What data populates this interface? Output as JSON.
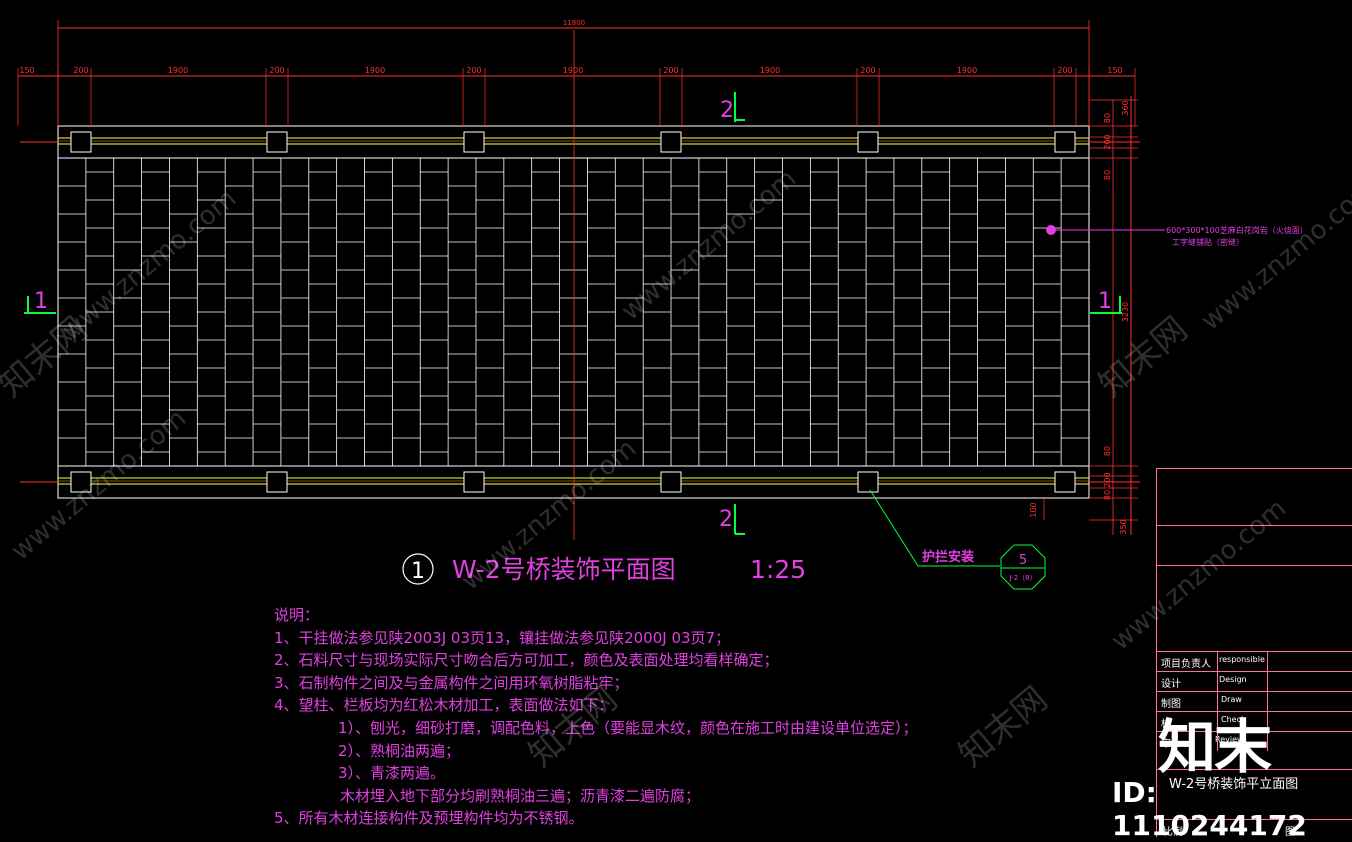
{
  "dimensions": {
    "overall": "11800",
    "top_segments": [
      "150",
      "200",
      "1900",
      "200",
      "1900",
      "200",
      "1900",
      "200",
      "1900",
      "200",
      "1900",
      "200",
      "150"
    ],
    "right_side": [
      "360",
      "80",
      "200",
      "80",
      "3230",
      "80",
      "200",
      "80",
      "350"
    ],
    "bottom_small": "100"
  },
  "section_marks": {
    "top": "2",
    "bottom": "2",
    "left": "1",
    "right": "1"
  },
  "callouts": {
    "material_line1": "600*300*100芝麻白花岗岩（火烧面）",
    "material_line2": "工字缝铺贴（密缝）",
    "railing": "护拦安装",
    "detail_num": "5",
    "detail_ref": "J-2（8）"
  },
  "drawing_title": {
    "number": "1",
    "text": "W-2号桥装饰平面图",
    "scale": "1:25"
  },
  "notes": {
    "heading": "说明：",
    "items": [
      "1、干挂做法参见陕2003J 03页13，镶挂做法参见陕2000J 03页7；",
      "2、石料尺寸与现场实际尺寸吻合后方可加工，颜色及表面处理均看样确定；",
      "3、石制构件之间及与金属构件之间用环氧树脂粘牢；",
      "4、望柱、栏板均为红松木材加工，表面做法如下：",
      "1）、刨光，细砂打磨，调配色料，上色（要能显木纹，颜色在施工时由建设单位选定）；",
      "2）、熟桐油两遍；",
      "3）、青漆两遍。",
      "木材埋入地下部分均刷熟桐油三遍；沥青漆二遍防腐；",
      "5、所有木材连接构件及预埋构件均为不锈钢。"
    ]
  },
  "title_block": {
    "rows": [
      {
        "cn": "项目负责人",
        "en": "responsible"
      },
      {
        "cn": "设计",
        "en": "Design"
      },
      {
        "cn": "制图",
        "en": "Draw"
      },
      {
        "cn": "校",
        "en": "Check"
      },
      {
        "cn": "审",
        "en": "Review"
      }
    ],
    "drawing_name": "W-2号桥装饰平立面图",
    "scale_label": "比例",
    "sheet_label": "图"
  },
  "watermark": {
    "site": "www.znzmo.com",
    "brand": "知末网",
    "logo": "知末",
    "id": "ID: 1110244172"
  },
  "colors": {
    "background": "#000000",
    "dim": "#ff3030",
    "outline": "#ffffff",
    "accent": "#e040e0",
    "mark": "#00ff3c",
    "railing": "#ffff40",
    "title_block": "#ff6fb0"
  }
}
